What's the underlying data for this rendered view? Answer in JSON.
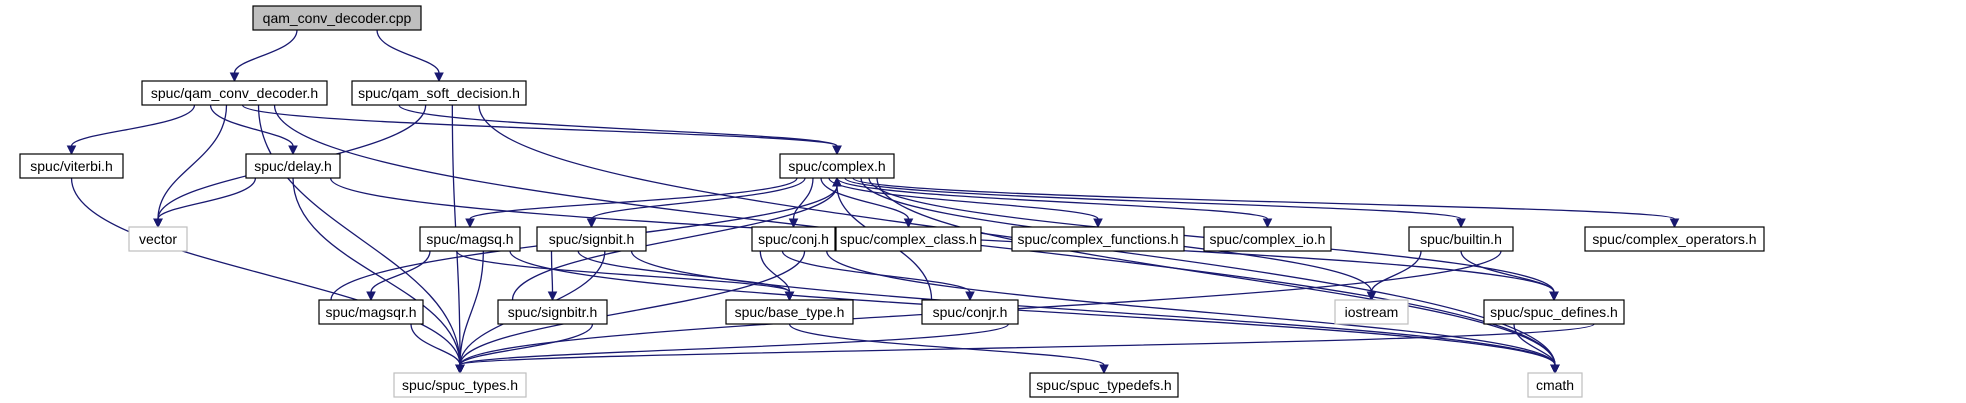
{
  "diagram": {
    "nodes": [
      {
        "id": "n0",
        "label": "qam_conv_decoder.cpp",
        "kind": "root"
      },
      {
        "id": "n1",
        "label": "spuc/qam_conv_decoder.h",
        "kind": "file"
      },
      {
        "id": "n2",
        "label": "spuc/qam_soft_decision.h",
        "kind": "file"
      },
      {
        "id": "n3",
        "label": "spuc/viterbi.h",
        "kind": "file"
      },
      {
        "id": "n4",
        "label": "spuc/delay.h",
        "kind": "file"
      },
      {
        "id": "n5",
        "label": "spuc/complex.h",
        "kind": "file"
      },
      {
        "id": "n6",
        "label": "vector",
        "kind": "external"
      },
      {
        "id": "n7",
        "label": "spuc/magsq.h",
        "kind": "file"
      },
      {
        "id": "n8",
        "label": "spuc/signbit.h",
        "kind": "file"
      },
      {
        "id": "n9",
        "label": "spuc/conj.h",
        "kind": "file"
      },
      {
        "id": "n10",
        "label": "spuc/complex_class.h",
        "kind": "file"
      },
      {
        "id": "n11",
        "label": "spuc/complex_functions.h",
        "kind": "file"
      },
      {
        "id": "n12",
        "label": "spuc/complex_io.h",
        "kind": "file"
      },
      {
        "id": "n13",
        "label": "spuc/builtin.h",
        "kind": "file"
      },
      {
        "id": "n14",
        "label": "spuc/complex_operators.h",
        "kind": "file"
      },
      {
        "id": "n15",
        "label": "spuc/magsqr.h",
        "kind": "file"
      },
      {
        "id": "n16",
        "label": "spuc/signbitr.h",
        "kind": "file"
      },
      {
        "id": "n17",
        "label": "spuc/base_type.h",
        "kind": "file"
      },
      {
        "id": "n18",
        "label": "spuc/conjr.h",
        "kind": "file"
      },
      {
        "id": "n19",
        "label": "iostream",
        "kind": "external"
      },
      {
        "id": "n20",
        "label": "spuc/spuc_defines.h",
        "kind": "file"
      },
      {
        "id": "n21",
        "label": "spuc/spuc_types.h",
        "kind": "external"
      },
      {
        "id": "n22",
        "label": "spuc/spuc_typedefs.h",
        "kind": "file"
      },
      {
        "id": "n23",
        "label": "cmath",
        "kind": "external"
      }
    ],
    "edges": [
      [
        "n0",
        "n1"
      ],
      [
        "n0",
        "n2"
      ],
      [
        "n1",
        "n3"
      ],
      [
        "n1",
        "n4"
      ],
      [
        "n1",
        "n6"
      ],
      [
        "n1",
        "n5"
      ],
      [
        "n1",
        "n21"
      ],
      [
        "n1",
        "n23"
      ],
      [
        "n2",
        "n5"
      ],
      [
        "n2",
        "n6"
      ],
      [
        "n2",
        "n21"
      ],
      [
        "n2",
        "n23"
      ],
      [
        "n3",
        "n21"
      ],
      [
        "n4",
        "n6"
      ],
      [
        "n4",
        "n21"
      ],
      [
        "n4",
        "n20"
      ],
      [
        "n5",
        "n7"
      ],
      [
        "n5",
        "n8"
      ],
      [
        "n5",
        "n9"
      ],
      [
        "n5",
        "n10"
      ],
      [
        "n5",
        "n11"
      ],
      [
        "n5",
        "n12"
      ],
      [
        "n5",
        "n13"
      ],
      [
        "n5",
        "n14"
      ],
      [
        "n5",
        "n19"
      ],
      [
        "n5",
        "n20"
      ],
      [
        "n5",
        "n23"
      ],
      [
        "n7",
        "n15"
      ],
      [
        "n7",
        "n17"
      ],
      [
        "n7",
        "n21"
      ],
      [
        "n7",
        "n23"
      ],
      [
        "n8",
        "n16"
      ],
      [
        "n8",
        "n17"
      ],
      [
        "n8",
        "n21"
      ],
      [
        "n8",
        "n23"
      ],
      [
        "n9",
        "n17"
      ],
      [
        "n9",
        "n18"
      ],
      [
        "n9",
        "n21"
      ],
      [
        "n9",
        "n23"
      ],
      [
        "n15",
        "n5"
      ],
      [
        "n15",
        "n21"
      ],
      [
        "n16",
        "n5"
      ],
      [
        "n16",
        "n21"
      ],
      [
        "n18",
        "n5"
      ],
      [
        "n18",
        "n21"
      ],
      [
        "n13",
        "n19"
      ],
      [
        "n13",
        "n20"
      ],
      [
        "n13",
        "n21"
      ],
      [
        "n17",
        "n22"
      ],
      [
        "n20",
        "n23"
      ],
      [
        "n20",
        "n21"
      ]
    ]
  }
}
